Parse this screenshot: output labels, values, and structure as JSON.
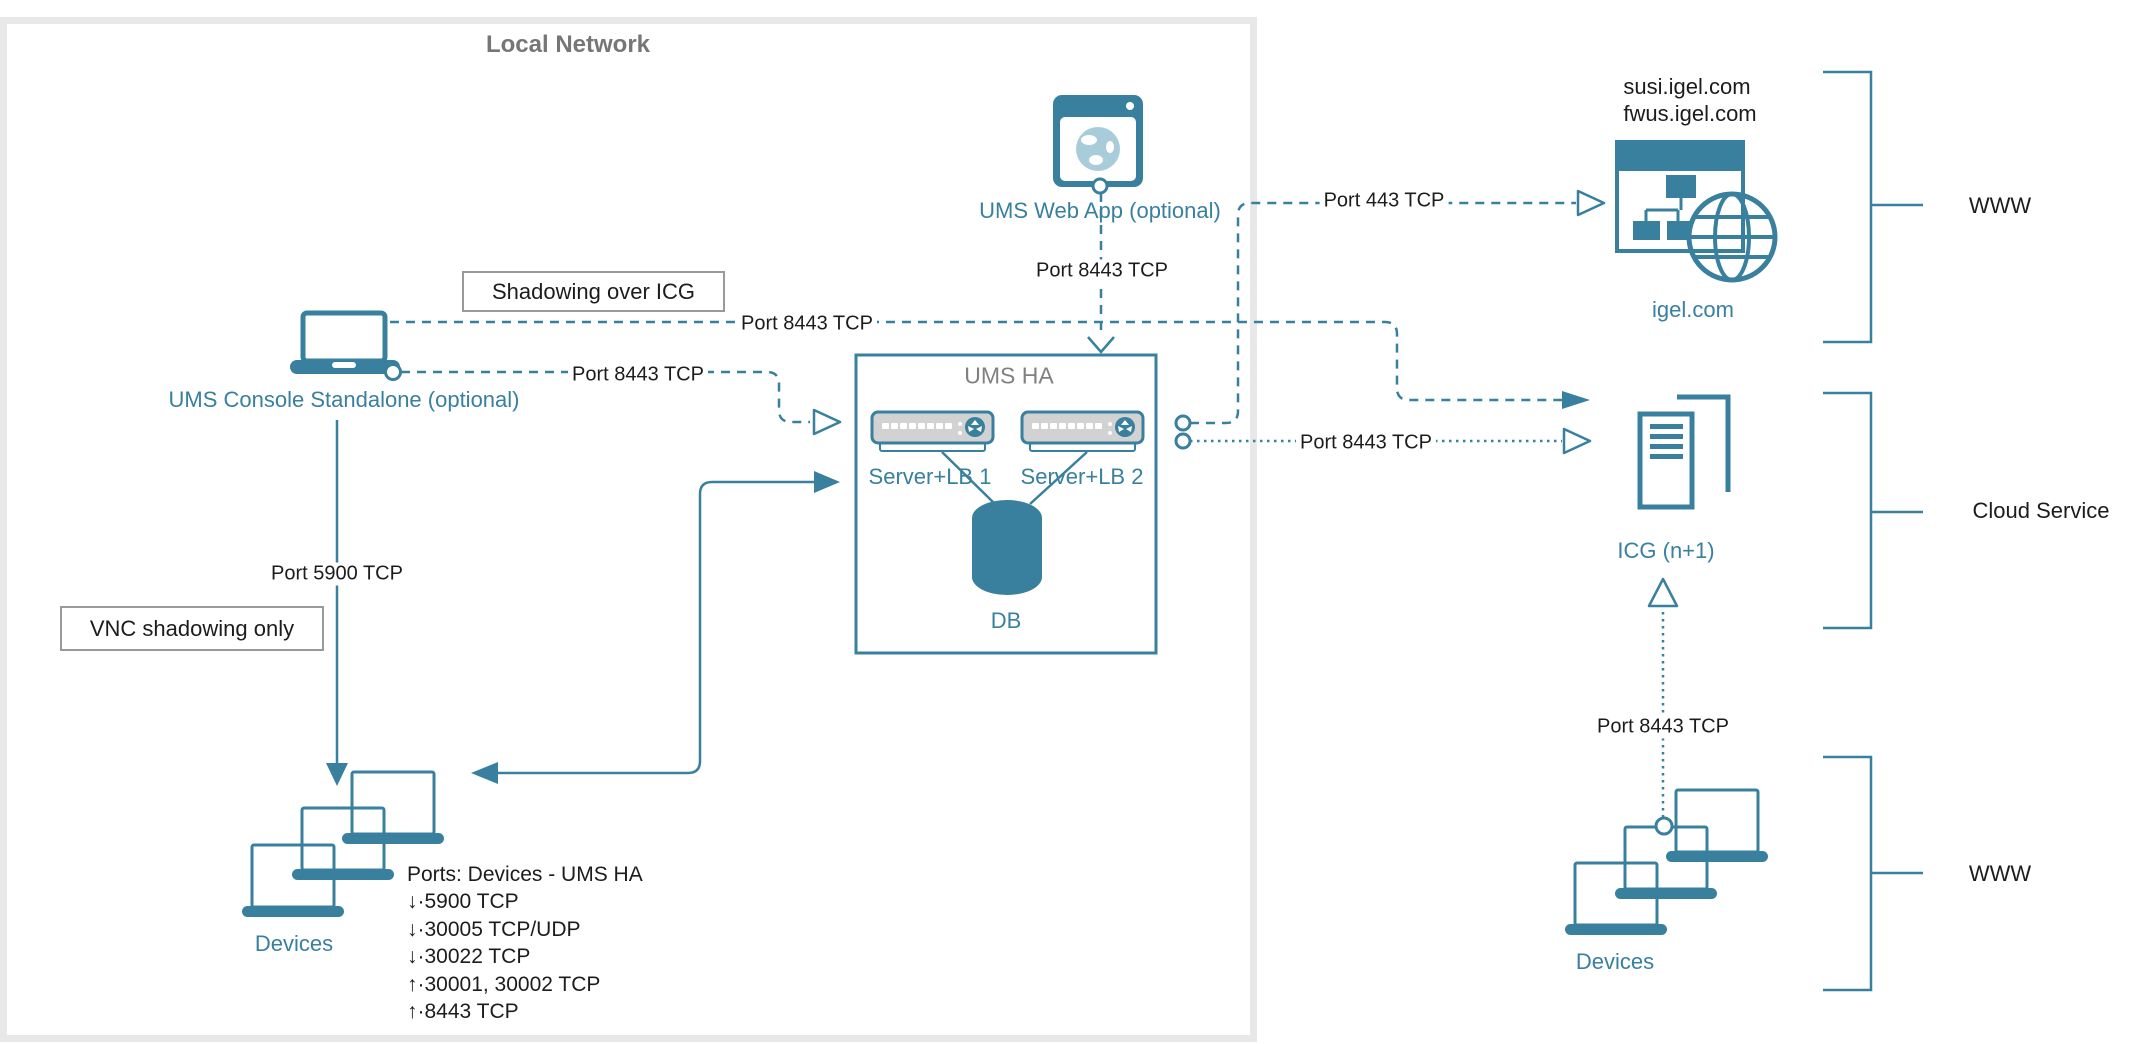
{
  "colors": {
    "accent": "#38809E",
    "globe_light": "#A9CCDA",
    "server_fill": "#D2D2D2",
    "frame_gray": "#E8E8E8",
    "label_gray": "#7D7D7D",
    "callout_border": "#9A9A9A",
    "text_black": "#1C1C1C"
  },
  "local_network": {
    "title": "Local Network"
  },
  "nodes": {
    "ums_web_app": {
      "label": "UMS Web App (optional)"
    },
    "ums_console": {
      "label": "UMS Console Standalone (optional)"
    },
    "ums_ha": {
      "title": "UMS HA",
      "server1": "Server+LB 1",
      "server2": "Server+LB 2",
      "db": "DB"
    },
    "devices_left": {
      "label": "Devices"
    },
    "igel": {
      "domain1": "susi.igel.com",
      "domain2": "fwus.igel.com",
      "label": "igel.com"
    },
    "icg": {
      "label": "ICG (n+1)"
    },
    "devices_right": {
      "label": "Devices"
    }
  },
  "connections": {
    "webapp_port": "Port 8443 TCP",
    "shadow_port": "Port 8443 TCP",
    "console_port": "Port 8443 TCP",
    "vnc_port": "Port 5900 TCP",
    "igel_port": "Port 443 TCP",
    "icg_port": "Port 8443 TCP",
    "devices_port": "Port 8443 TCP"
  },
  "callouts": {
    "shadowing": "Shadowing over ICG",
    "vnc": "VNC shadowing only"
  },
  "ports_list": {
    "title": "Ports: Devices - UMS HA",
    "items": [
      "↓·5900 TCP",
      "↓·30005 TCP/UDP",
      "↓·30022 TCP",
      "↑·30001, 30002 TCP",
      "↑·8443 TCP"
    ]
  },
  "groups": {
    "www_top": "WWW",
    "cloud": "Cloud Service",
    "www_bottom": "WWW"
  },
  "icons": [
    "browser-globe-icon",
    "laptop-icon",
    "server-lb-icon",
    "database-icon",
    "sitemap-globe-icon",
    "icg-server-icon",
    "devices-stack-icon"
  ]
}
